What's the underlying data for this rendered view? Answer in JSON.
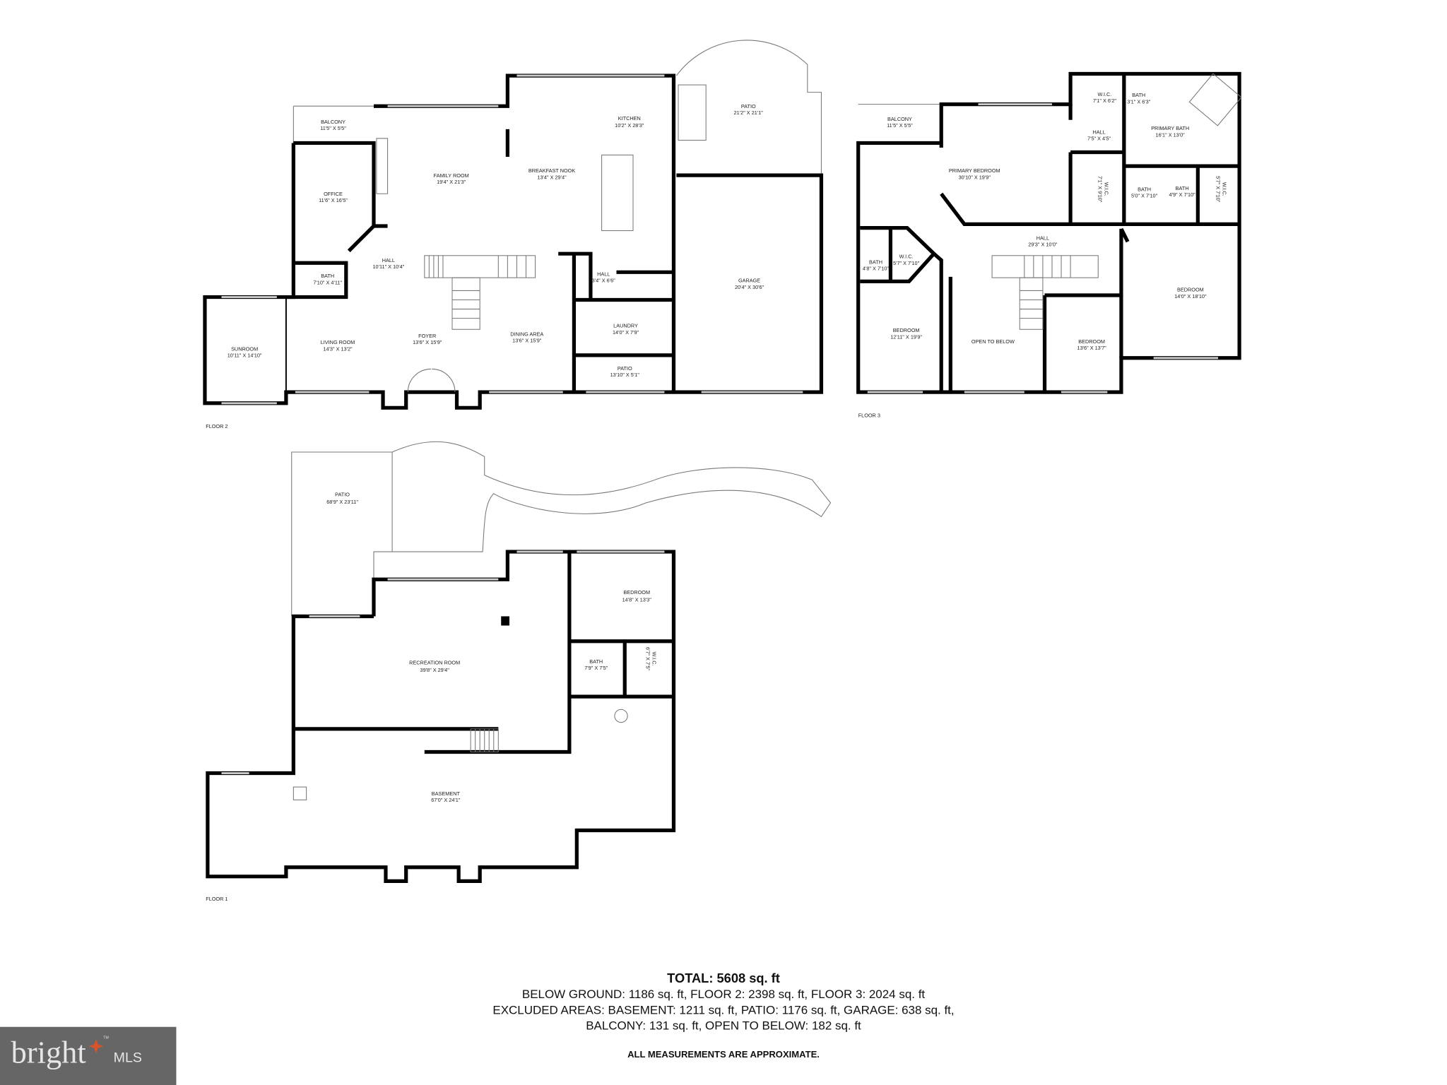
{
  "floors": {
    "floor2": {
      "label": "FLOOR 2",
      "rooms": [
        {
          "name": "BALCONY",
          "dims": "11'5\" X 5'5\""
        },
        {
          "name": "OFFICE",
          "dims": "11'6\" X 16'5\""
        },
        {
          "name": "FAMILY ROOM",
          "dims": "19'4\" X 21'3\""
        },
        {
          "name": "BREAKFAST NOOK",
          "dims": "13'4\" X 29'4\""
        },
        {
          "name": "KITCHEN",
          "dims": "10'2\" X 28'3\""
        },
        {
          "name": "PATIO",
          "dims": "21'2\" X 21'1\""
        },
        {
          "name": "HALL",
          "dims": "10'11\" X 10'4\""
        },
        {
          "name": "HALL",
          "dims": "3'4\" X 6'6\""
        },
        {
          "name": "BATH",
          "dims": "7'10\" X 4'11\""
        },
        {
          "name": "GARAGE",
          "dims": "20'4\" X 30'6\""
        },
        {
          "name": "LAUNDRY",
          "dims": "14'0\" X 7'9\""
        },
        {
          "name": "SUNROOM",
          "dims": "10'11\" X 14'10\""
        },
        {
          "name": "LIVING ROOM",
          "dims": "14'3\" X 13'2\""
        },
        {
          "name": "FOYER",
          "dims": "13'6\" X 15'9\""
        },
        {
          "name": "DINING AREA",
          "dims": "13'6\" X 15'9\""
        },
        {
          "name": "PATIO",
          "dims": "13'10\" X 5'1\""
        }
      ]
    },
    "floor3": {
      "label": "FLOOR 3",
      "rooms": [
        {
          "name": "BALCONY",
          "dims": "11'5\" X 5'5\""
        },
        {
          "name": "PRIMARY BEDROOM",
          "dims": "30'10\" X 19'9\""
        },
        {
          "name": "W.I.C.",
          "dims": "7'1\" X 6'2\""
        },
        {
          "name": "BATH",
          "dims": "3'1\" X 6'3\""
        },
        {
          "name": "HALL",
          "dims": "7'5\" X 4'5\""
        },
        {
          "name": "PRIMARY BATH",
          "dims": "16'1\" X 13'0\""
        },
        {
          "name": "W.I.C.",
          "dims": "7'1\" X 9'10\""
        },
        {
          "name": "BATH",
          "dims": "5'0\" X 7'10\""
        },
        {
          "name": "BATH",
          "dims": "4'9\" X 7'10\""
        },
        {
          "name": "W.I.C.",
          "dims": "5'7\" X 7'10\""
        },
        {
          "name": "HALL",
          "dims": "29'3\" X 10'0\""
        },
        {
          "name": "BATH",
          "dims": "4'8\" X 7'10\""
        },
        {
          "name": "W.I.C.",
          "dims": "5'7\" X 7'10\""
        },
        {
          "name": "BEDROOM",
          "dims": "12'11\" X 19'9\""
        },
        {
          "name": "OPEN TO BELOW",
          "dims": ""
        },
        {
          "name": "BEDROOM",
          "dims": "13'6\" X 13'7\""
        },
        {
          "name": "BEDROOM",
          "dims": "14'0\" X 18'10\""
        }
      ]
    },
    "floor1": {
      "label": "FLOOR 1",
      "rooms": [
        {
          "name": "PATIO",
          "dims": "68'9\" X 23'11\""
        },
        {
          "name": "BEDROOM",
          "dims": "14'8\" X 13'3\""
        },
        {
          "name": "RECREATION ROOM",
          "dims": "39'8\" X 29'4\""
        },
        {
          "name": "BATH",
          "dims": "7'9\" X 7'5\""
        },
        {
          "name": "W.I.C.",
          "dims": "6'7\" X 7'5\""
        },
        {
          "name": "BASEMENT",
          "dims": "67'0\" X 24'1\""
        }
      ]
    }
  },
  "summary": {
    "total": "TOTAL: 5608 sq. ft",
    "line1": "BELOW GROUND: 1186 sq. ft, FLOOR 2: 2398 sq. ft, FLOOR 3: 2024 sq. ft",
    "line2": "EXCLUDED AREAS: BASEMENT: 1211 sq. ft, PATIO: 1176 sq. ft, GARAGE: 638 sq. ft,",
    "line3": "BALCONY: 131 sq. ft, OPEN TO BELOW: 182 sq. ft",
    "note": "ALL MEASUREMENTS ARE APPROXIMATE."
  },
  "logo": {
    "text": "bright",
    "suffix": "MLS",
    "tm": "TM",
    "bg_color": "#666666",
    "accent_color": "#d9532b"
  }
}
